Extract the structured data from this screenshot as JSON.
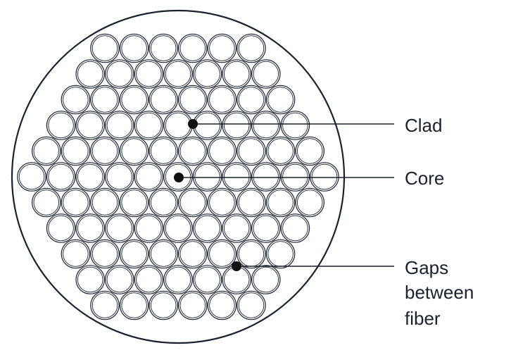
{
  "labels": {
    "clad": "Clad",
    "core": "Core",
    "gaps_line1": "Gaps",
    "gaps_line2": "between",
    "gaps_line3": "fiber"
  },
  "bundle": {
    "row_counts": [
      6,
      7,
      8,
      9,
      10,
      11,
      10,
      9,
      8,
      7,
      6
    ]
  },
  "colors": {
    "stroke": "#1a2230",
    "fiber_fill": "#ffffff",
    "marker": "#111111"
  }
}
